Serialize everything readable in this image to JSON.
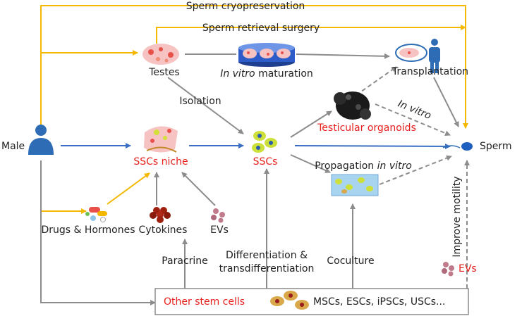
{
  "labels": {
    "male": "Male",
    "sperm": "Sperm",
    "sperm_cryopreservation": "Sperm cryopreservation",
    "sperm_retrieval_surgery": "Sperm retrieval surgery",
    "testes": "Testes",
    "in_vitro_italic": "In vitro",
    "maturation": " maturation",
    "transplantation": "Transplantation",
    "isolation": "Isolation",
    "in_vitro_arrow": "In vitro",
    "testicular_organoids": "Testicular organoids",
    "sscs_niche": "SSCs niche",
    "sscs": "SSCs",
    "propagation": "Propagation ",
    "propagation_italic": "in vitro",
    "drugs_hormones": "Drugs & Hormones",
    "cytokines": "Cytokines",
    "evs": "EVs",
    "paracrine": "Paracrine",
    "differentiation_line1": "Differentiation &",
    "differentiation_line2": "transdifferentiation",
    "coculture": "Coculture",
    "improve_motility": "Improve motility",
    "evs_red": "EVs",
    "other_stem_cells": "Other stem cells",
    "stem_cell_types": "MSCs, ESCs, iPSCs, USCs..."
  },
  "colors": {
    "yellow_arrow": "#f5b800",
    "gray_arrow": "#8c8c8c",
    "blue_arrow": "#3a6fc4",
    "red_text": "#e8201c",
    "male_icon": "#2e6db5"
  },
  "icons": {
    "male": "person-icon",
    "testes": "testes-tissue-icon",
    "dish": "culture-dish-icon",
    "transplant": "transplantation-icon",
    "organoid": "organoid-icon",
    "niche": "niche-tissue-icon",
    "sscs": "ssc-cells-icon",
    "sperm": "sperm-icon",
    "drugs": "pills-icon",
    "cytokines": "cytokines-icon",
    "evs": "vesicles-icon",
    "stem_cells": "stem-cells-icon"
  }
}
